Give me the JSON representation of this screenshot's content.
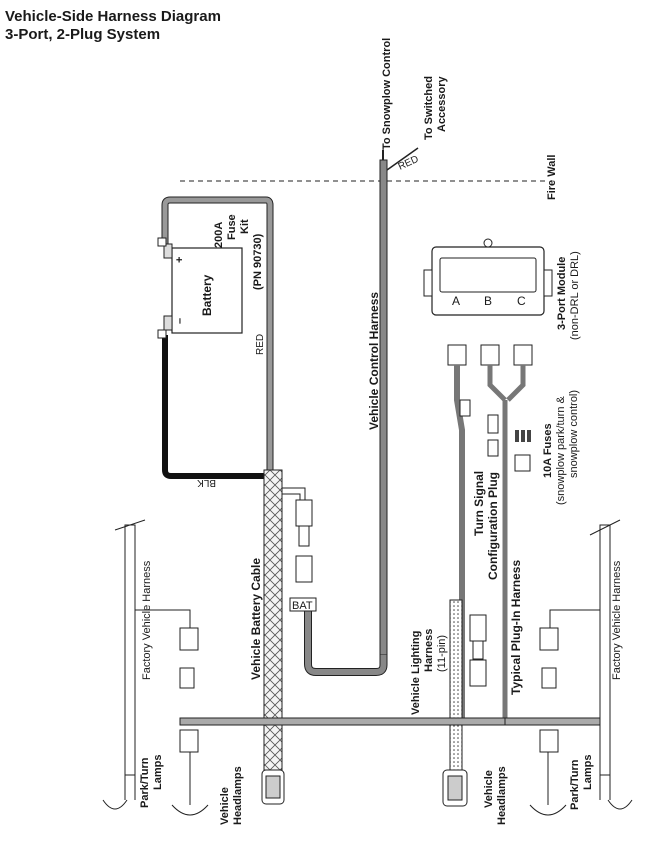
{
  "title": {
    "line1": "Vehicle-Side Harness Diagram",
    "line2": "3-Port, 2-Plug System"
  },
  "labels": {
    "to_snowplow_control": "To Snowplow Control",
    "to_switched_accessory_1": "To Switched",
    "to_switched_accessory_2": "Accessory",
    "red_top": "RED",
    "fire_wall": "Fire Wall",
    "fuse_kit_1": "200A",
    "fuse_kit_2": "Fuse",
    "fuse_kit_3": "Kit",
    "fuse_kit_pn": "(PN 90730)",
    "battery": "Battery",
    "battery_plus": "+",
    "battery_minus": "–",
    "red_battery": "RED",
    "blk": "BLK",
    "vehicle_control_harness": "Vehicle Control Harness",
    "module_port_a": "A",
    "module_port_b": "B",
    "module_port_c": "C",
    "module_title": "3-Port Module",
    "module_sub": "(non-DRL or DRL)",
    "fuses_title": "10A Fuses",
    "fuses_sub1": "(snowplow park/turn &",
    "fuses_sub2": "snowplow control)",
    "turn_signal_1": "Turn Signal",
    "turn_signal_2": "Configuration Plug",
    "typical_plugin": "Typical Plug-In Harness",
    "vehicle_battery_cable": "Vehicle Battery Cable",
    "bat": "BAT",
    "vehicle_lighting_1": "Vehicle Lighting",
    "vehicle_lighting_2": "Harness",
    "vehicle_lighting_3": "(11-pin)",
    "factory_left": "Factory Vehicle Harness",
    "factory_right": "Factory Vehicle Harness",
    "park_turn_left_1": "Park/Turn",
    "park_turn_left_2": "Lamps",
    "headlamps_left_1": "Vehicle",
    "headlamps_left_2": "Headlamps",
    "headlamps_right_1": "Vehicle",
    "headlamps_right_2": "Headlamps",
    "park_turn_right_1": "Park/Turn",
    "park_turn_right_2": "Lamps"
  }
}
